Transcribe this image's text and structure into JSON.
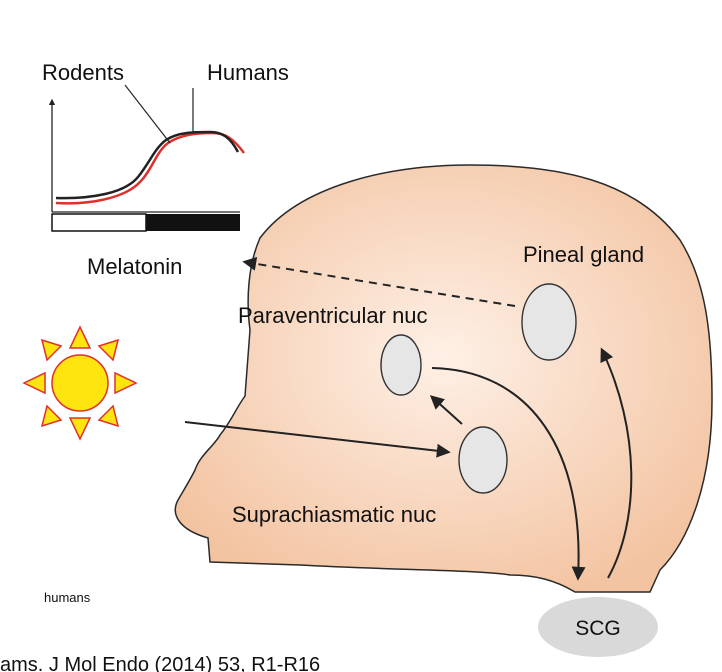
{
  "labels": {
    "rodents": "Rodents",
    "humans_top": "Humans",
    "melatonin": "Melatonin",
    "pineal": "Pineal gland",
    "paraventricular": "Paraventricular nuc",
    "suprachiasmatic": "Suprachiasmatic nuc",
    "scg": "SCG",
    "humans_small": "humans",
    "citation": "ams. J Mol Endo (2014) 53, R1-R16"
  },
  "colors": {
    "head_edge": "#f3c4a2",
    "head_center": "#fef0e6",
    "rodents_curve": "#222222",
    "humans_curve": "#e0302c",
    "sun_fill": "#ffe510",
    "sun_stroke": "#e0302c",
    "nucleus_fill": "#e6e6e6",
    "scg_fill": "#d9d9d9"
  },
  "icons": {
    "sun": "sun-icon"
  }
}
